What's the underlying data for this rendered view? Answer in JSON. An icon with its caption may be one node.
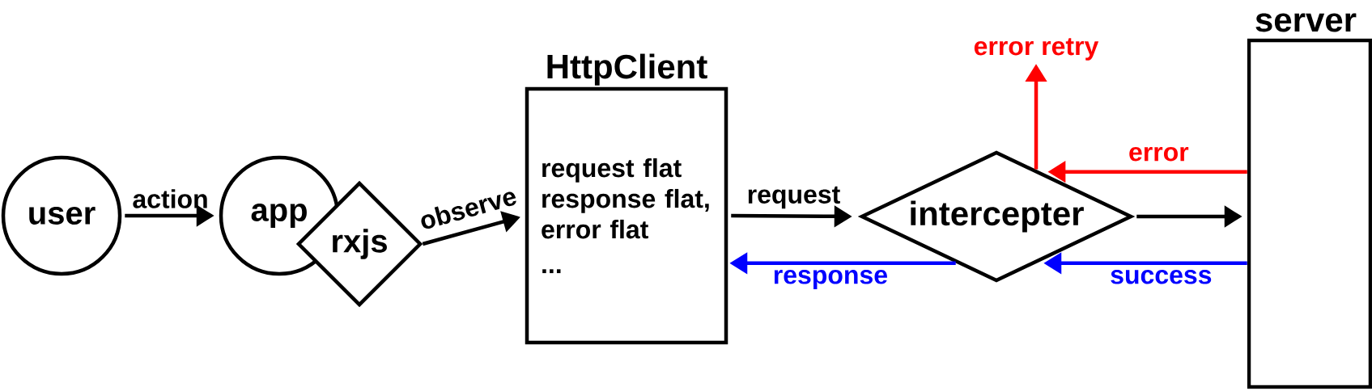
{
  "diagram": {
    "nodes": [
      {
        "text": [
          "user"
        ]
      },
      {
        "text": [
          "app"
        ]
      },
      {
        "text": [
          "rxjs"
        ]
      },
      {
        "text": [
          "HttpClient",
          "request flat response flat, error flat",
          "..."
        ]
      },
      {
        "text": [
          "intercepter"
        ]
      },
      {
        "text": [
          "server"
        ]
      },
      {
        "text": [
          "error retry"
        ]
      }
    ],
    "edges": [
      {
        "from": 0,
        "to": 1,
        "arrow": "to",
        "label": "action"
      },
      {
        "from": 2,
        "to": 3,
        "arrow": "to",
        "label": "observe"
      },
      {
        "from": 3,
        "to": 4,
        "arrow": "to",
        "label": "request"
      },
      {
        "from": 4,
        "to": 3,
        "arrow": "to",
        "label": "response",
        "color": "#0000ff"
      },
      {
        "from": 4,
        "to": 5,
        "arrow": "to"
      },
      {
        "from": 5,
        "to": 4,
        "arrow": "to",
        "label": "error",
        "color": "#ff0000"
      },
      {
        "from": 5,
        "to": 4,
        "arrow": "to",
        "label": "success",
        "color": "#0000ff"
      },
      {
        "from": 4,
        "to": 6,
        "arrow": "to",
        "color": "#ff0000"
      }
    ]
  }
}
